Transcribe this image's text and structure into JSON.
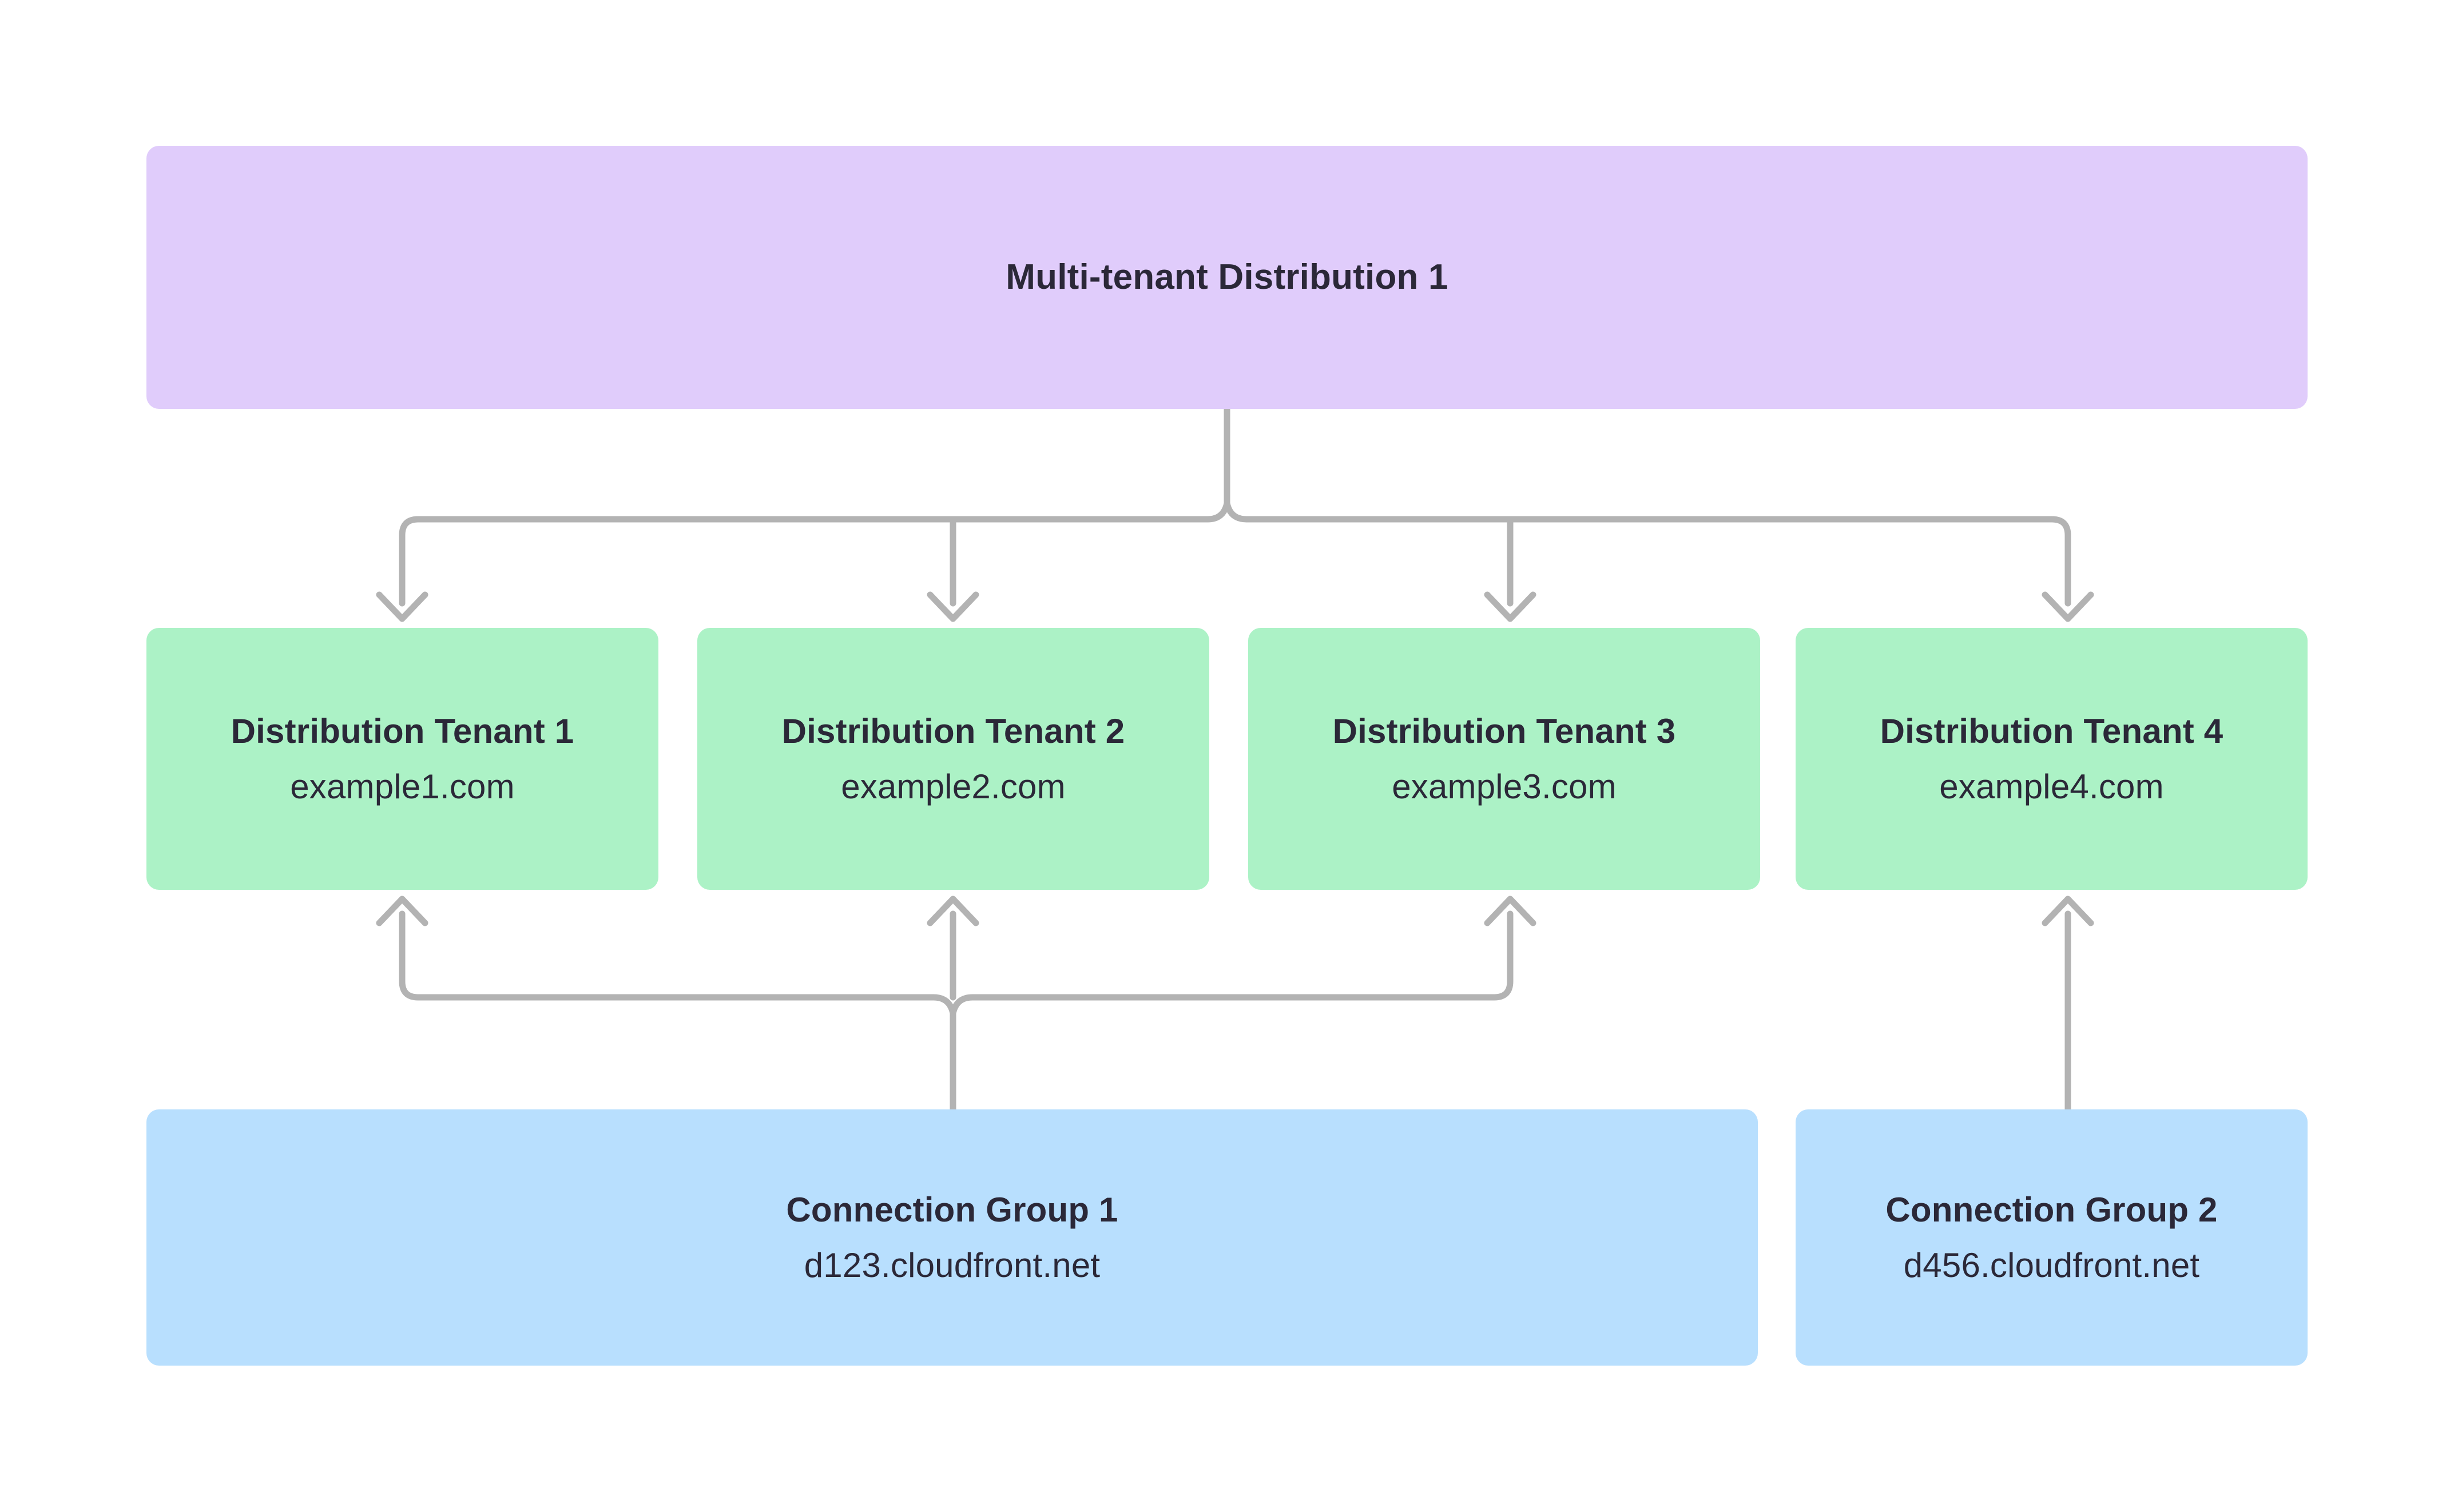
{
  "diagram": {
    "title": "Multi-tenant Distribution 1",
    "background_color": "#ffffff",
    "connector_color": "#b3b3b3",
    "text_color": "#2b2838"
  },
  "root": {
    "label": "Multi-tenant Distribution 1",
    "color": "#e0ccfb"
  },
  "tenants": [
    {
      "label": "Distribution Tenant 1",
      "domain": "example1.com",
      "color": "#acf2c6"
    },
    {
      "label": "Distribution Tenant 2",
      "domain": "example2.com",
      "color": "#acf2c6"
    },
    {
      "label": "Distribution Tenant 3",
      "domain": "example3.com",
      "color": "#acf2c6"
    },
    {
      "label": "Distribution Tenant 4",
      "domain": "example4.com",
      "color": "#acf2c6"
    }
  ],
  "connection_groups": [
    {
      "label": "Connection Group 1",
      "domain": "d123.cloudfront.net",
      "color": "#b8dffe"
    },
    {
      "label": "Connection Group 2",
      "domain": "d456.cloudfront.net",
      "color": "#b8dffe"
    }
  ]
}
